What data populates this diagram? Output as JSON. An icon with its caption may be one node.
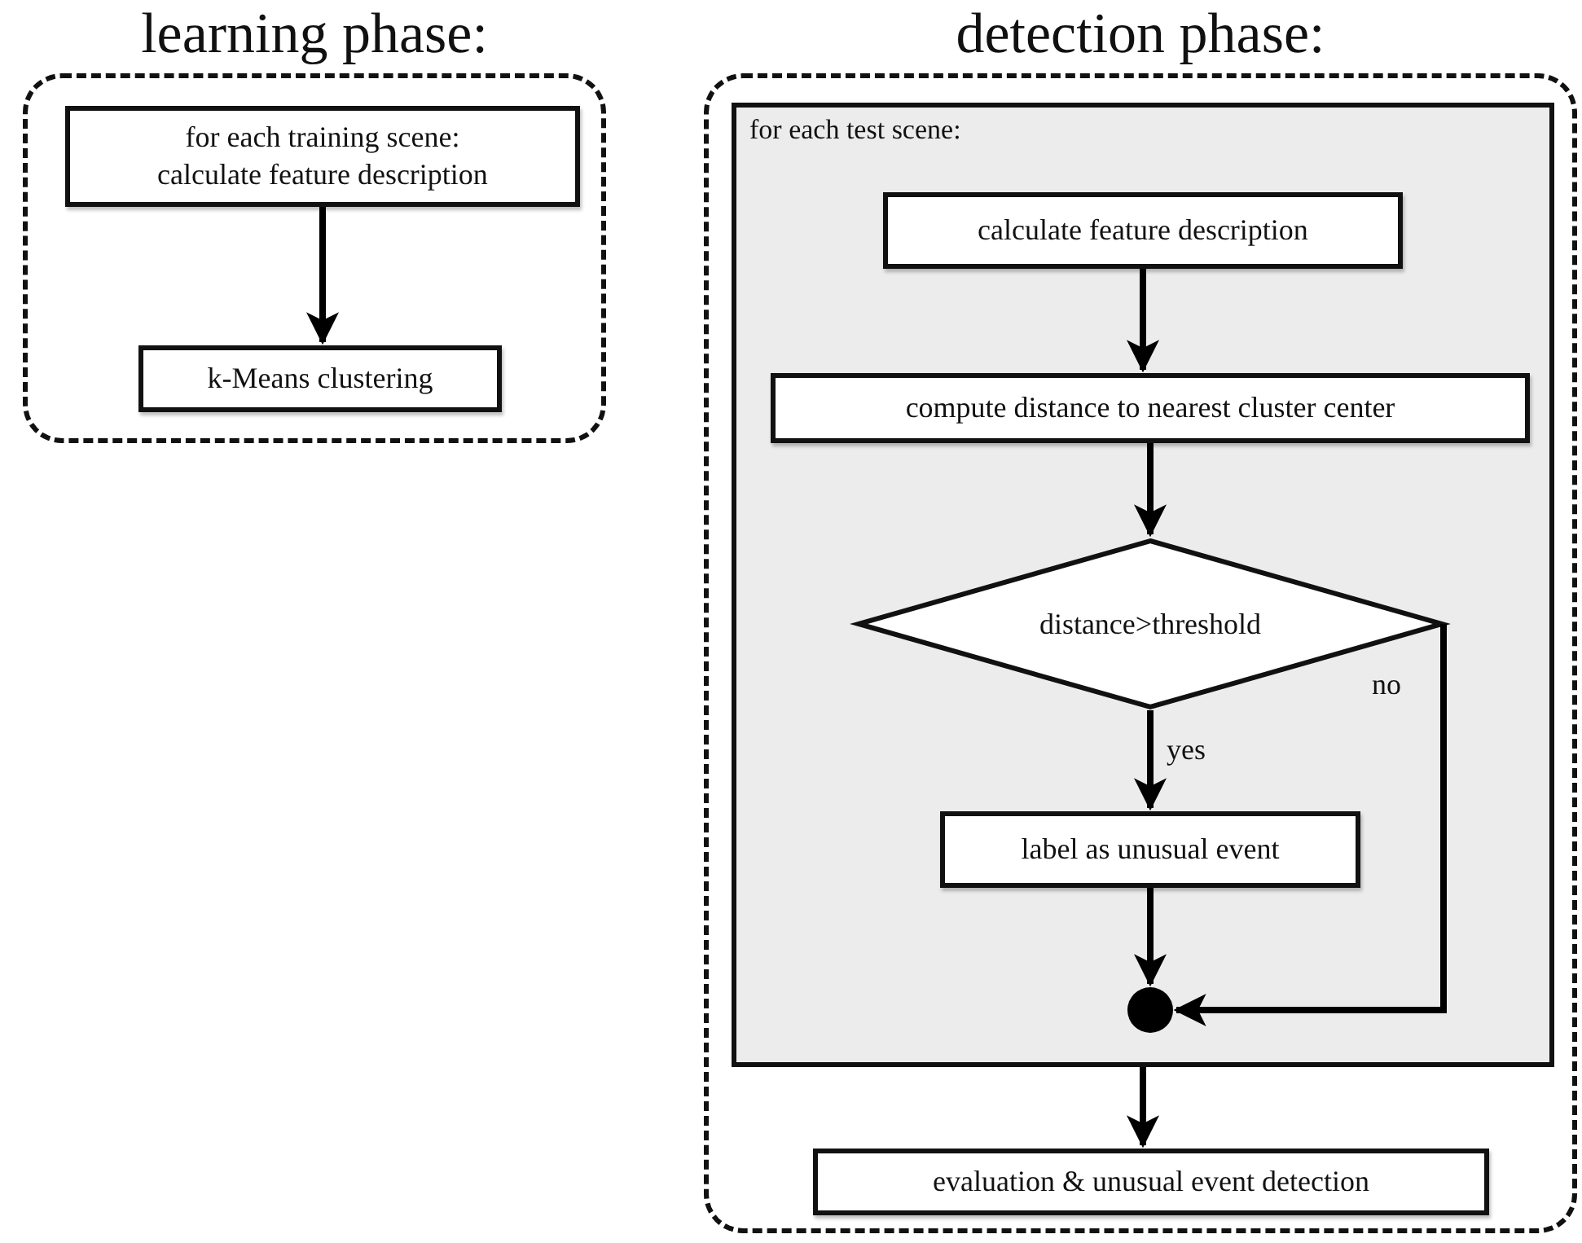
{
  "diagram": {
    "nodes": [
      {
        "text": [
          "learning phase:"
        ]
      },
      {
        "text": [
          "for each training scene: calculate feature description"
        ],
        "in": 0
      },
      {
        "text": [
          "k-Means clustering"
        ],
        "in": 0
      },
      {
        "text": [
          "detection phase:"
        ]
      },
      {
        "text": [
          "for each test scene:"
        ],
        "in": 3
      },
      {
        "text": [
          "calculate feature description"
        ],
        "in": 4
      },
      {
        "text": [
          "compute distance to nearest cluster center"
        ],
        "in": 4
      },
      {
        "text": [
          "distance>threshold"
        ],
        "in": 4
      },
      {
        "text": [
          "label as unusual event"
        ],
        "in": 4
      },
      {
        "text": [],
        "shape": "circle",
        "in": 4
      },
      {
        "text": [
          "evaluation & unusual event detection"
        ],
        "in": 3
      }
    ],
    "edges": [
      {
        "from": 1,
        "to": 2,
        "arrow": "to"
      },
      {
        "from": 5,
        "to": 6,
        "arrow": "to"
      },
      {
        "from": 6,
        "to": 7,
        "arrow": "to"
      },
      {
        "from": 7,
        "to": 8,
        "arrow": "to",
        "label": "yes"
      },
      {
        "from": 7,
        "to": 9,
        "arrow": "to",
        "label": "no"
      },
      {
        "from": 8,
        "to": 9,
        "arrow": "to"
      },
      {
        "from": 4,
        "to": 10,
        "arrow": "to"
      }
    ]
  }
}
